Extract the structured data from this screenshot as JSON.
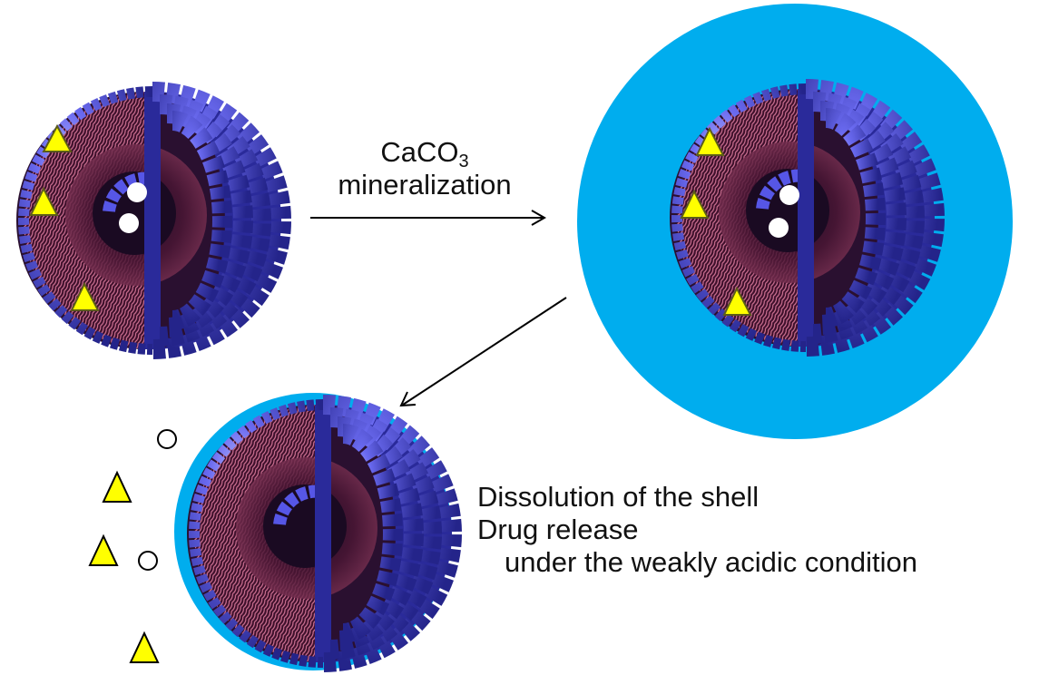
{
  "step_mineralization": {
    "formula_base": "CaCO",
    "formula_subscript": "3",
    "word": "mineralization"
  },
  "step_release": {
    "line1": "Dissolution of the shell",
    "line2": "Drug release",
    "line3": "under the weakly acidic condition"
  },
  "colors": {
    "shell": "#00adee",
    "sphere": "#5656e6",
    "sphere_dark": "#2a2a9a",
    "lipid_tails": "#c86a8a",
    "interior": "#3a0f2a",
    "drug_triangle": "#ffff00",
    "drug_circle": "#ffffff"
  },
  "icons": {
    "drug_a": "triangle",
    "drug_b": "circle"
  }
}
